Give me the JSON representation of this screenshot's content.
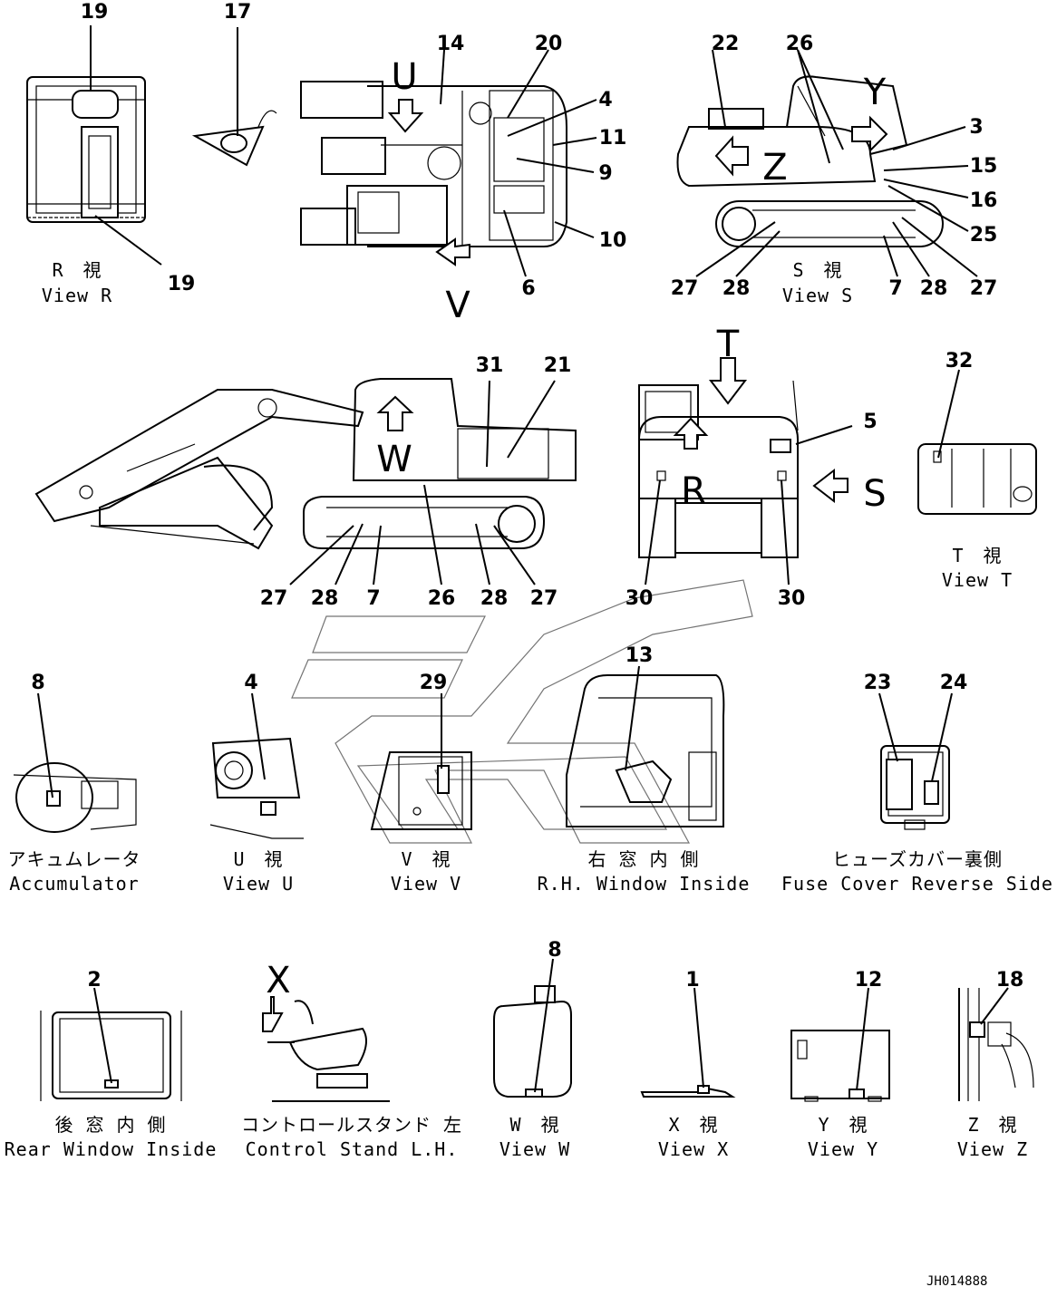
{
  "diagram": {
    "drawing_code": "JH014888",
    "callouts": [
      "1",
      "2",
      "3",
      "4",
      "5",
      "6",
      "7",
      "8",
      "9",
      "10",
      "11",
      "12",
      "13",
      "14",
      "15",
      "16",
      "17",
      "18",
      "19",
      "20",
      "21",
      "22",
      "23",
      "24",
      "25",
      "26",
      "27",
      "28",
      "29",
      "30",
      "31",
      "32"
    ],
    "view_letters": [
      "U",
      "V",
      "W",
      "X",
      "Y",
      "Z",
      "R",
      "S",
      "T"
    ],
    "captions": {
      "view_r_jp": "R　視",
      "view_r_en": "View R",
      "view_s_jp": "S　視",
      "view_s_en": "View S",
      "view_t_jp": "T　視",
      "view_t_en": "View T",
      "accumulator_jp": "アキュムレータ",
      "accumulator_en": "Accumulator",
      "view_u_jp": "U　視",
      "view_u_en": "View U",
      "view_v_jp": "V　視",
      "view_v_en": "View V",
      "rh_window_jp": "右 窓 内 側",
      "rh_window_en": "R.H. Window Inside",
      "fuse_cover_jp": "ヒューズカバー裏側",
      "fuse_cover_en": "Fuse Cover Reverse Side",
      "rear_window_jp": "後 窓 内 側",
      "rear_window_en": "Rear Window Inside",
      "control_stand_jp": "コントロールスタンド 左",
      "control_stand_en": "Control Stand L.H.",
      "view_w_jp": "W　視",
      "view_w_en": "View W",
      "view_x_jp": "X　視",
      "view_x_en": "View X",
      "view_y_jp": "Y　視",
      "view_y_en": "View Y",
      "view_z_jp": "Z　視",
      "view_z_en": "View Z"
    }
  }
}
